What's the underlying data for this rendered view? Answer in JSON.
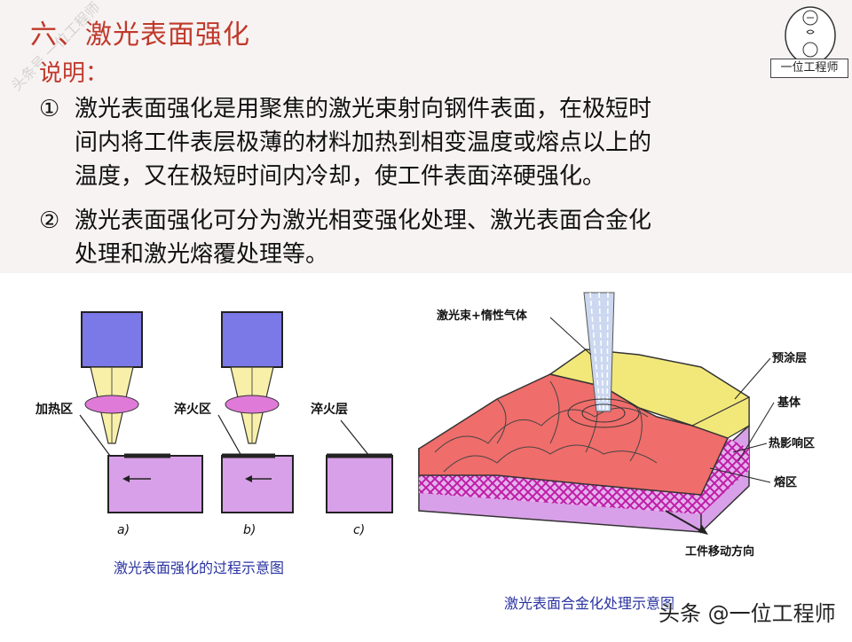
{
  "heading": "六、激光表面强化",
  "subheading": "说明：",
  "items": [
    {
      "num": "①",
      "lines": [
        "激光表面强化是用聚焦的激光束射向钢件表面，在极短时",
        "间内将工件表层极薄的材料加热到相变温度或熔点以上的",
        "温度，又在极短时间内冷却，使工件表面淬硬强化。"
      ]
    },
    {
      "num": "②",
      "lines": [
        "激光表面强化可分为激光相变强化处理、激光表面合金化",
        "处理和激光熔覆处理等。"
      ]
    }
  ],
  "logo_text": "一位工程师",
  "side_watermark": "头条号 一位工程师",
  "left_figure": {
    "labels": [
      "加热区",
      "淬火区",
      "淬火层"
    ],
    "sub_labels": [
      "a)",
      "b)",
      "c)"
    ],
    "caption": "激光表面强化的过程示意图"
  },
  "right_figure": {
    "labels": {
      "beam": "激光束+惰性气体",
      "coating": "预涂层",
      "substrate": "基体",
      "haz": "热影响区",
      "melt": "熔区",
      "direction": "工件移动方向"
    },
    "caption": "激光表面合金化处理示意图"
  },
  "watermark": "头条 @一位工程师",
  "colors": {
    "title": "#c0392b",
    "blue_block": "#7b78e8",
    "pink_block": "#d8a0e8",
    "lens": "#e07ad8",
    "beam": "#f8f0a8",
    "coating": "#f2e87a",
    "melt": "#ef6d6a",
    "caption": "#2a33a0"
  }
}
